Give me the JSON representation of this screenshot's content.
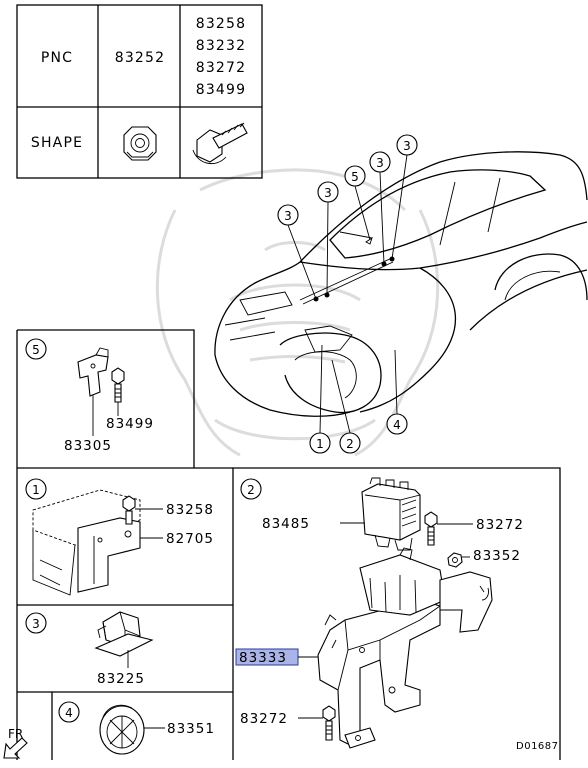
{
  "table": {
    "header_label": "PNC",
    "shape_label": "SHAPE",
    "col1_pnc": "83252",
    "col2_pncs": [
      "83258",
      "83232",
      "83272",
      "83499"
    ]
  },
  "callouts": {
    "c1": "1",
    "c2": "2",
    "c3": "3",
    "c4": "4",
    "c5": "5"
  },
  "panel5": {
    "parts": [
      "83499",
      "83305"
    ]
  },
  "panel1": {
    "parts": [
      "83258",
      "82705"
    ]
  },
  "panel3": {
    "parts": [
      "83225"
    ]
  },
  "panel4": {
    "parts": [
      "83351"
    ]
  },
  "panel2": {
    "parts": [
      "83485",
      "83272",
      "83352",
      "83333",
      "83272"
    ],
    "highlighted": "83333"
  },
  "fr_label": "FR",
  "diagram_ref": "D01687",
  "colors": {
    "highlight_fill": "#aab4e6",
    "highlight_stroke": "#2a3aa0",
    "watermark": "#d9d9d9"
  }
}
